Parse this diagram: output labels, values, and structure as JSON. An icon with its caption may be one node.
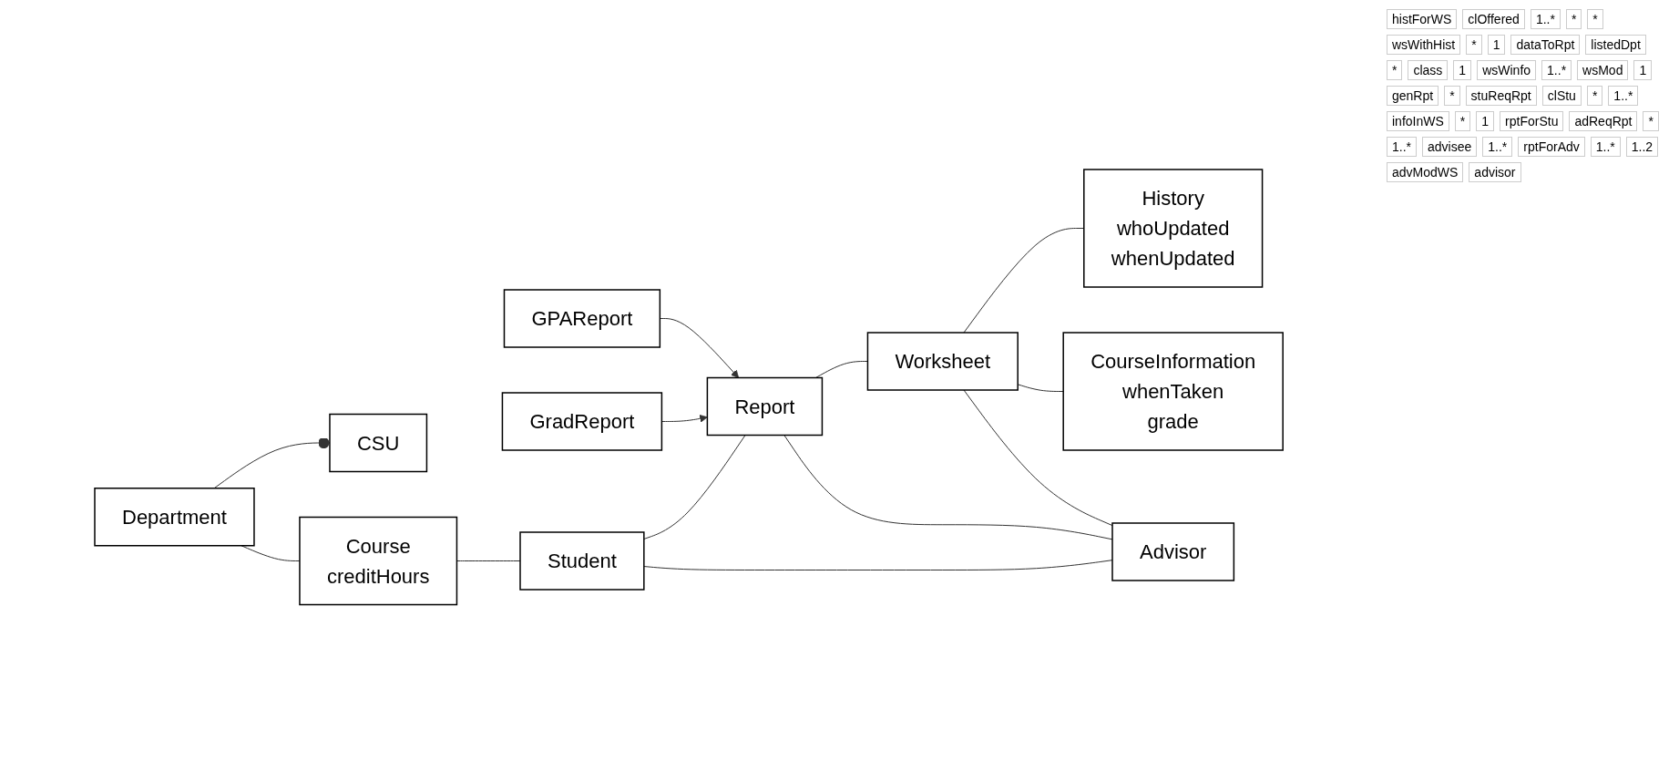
{
  "diagram": {
    "nodes": [
      {
        "text": [
          "CSU"
        ]
      },
      {
        "text": [
          "Department"
        ]
      },
      {
        "text": [
          "Course",
          "creditHours"
        ]
      },
      {
        "text": [
          "History",
          "whoUpdated",
          "whenUpdated"
        ]
      },
      {
        "text": [
          "Worksheet"
        ]
      },
      {
        "text": [
          "Report"
        ]
      },
      {
        "text": [
          "GradReport"
        ]
      },
      {
        "text": [
          "Student"
        ]
      },
      {
        "text": [
          "GPAReport"
        ]
      },
      {
        "text": [
          "CourseInformation",
          "whenTaken",
          "grade"
        ]
      },
      {
        "text": [
          "Advisor"
        ]
      }
    ],
    "edges": [
      {
        "from": 1,
        "to": 0,
        "arrow": "other"
      },
      {
        "from": 1,
        "to": 2,
        "arrow": "none"
      },
      {
        "from": 2,
        "to": 7,
        "arrow": "none"
      },
      {
        "from": 4,
        "to": 3,
        "arrow": "none"
      },
      {
        "from": 5,
        "to": 4,
        "arrow": "none"
      },
      {
        "from": 4,
        "to": 9,
        "arrow": "none"
      },
      {
        "from": 7,
        "to": 5,
        "arrow": "none"
      },
      {
        "from": 6,
        "to": 5,
        "arrow": "to"
      },
      {
        "from": 8,
        "to": 5,
        "arrow": "to"
      },
      {
        "from": 7,
        "to": 10,
        "arrow": "none"
      },
      {
        "from": 5,
        "to": 10,
        "arrow": "none"
      },
      {
        "from": 4,
        "to": 10,
        "arrow": "none"
      }
    ],
    "labels": [
      "histForWS",
      "clOffered",
      "1..*",
      "*",
      "*",
      "wsWithHist",
      "*",
      "1",
      "dataToRpt",
      "listedDpt",
      "*",
      "class",
      "1",
      "wsWinfo",
      "1..*",
      "wsMod",
      "1",
      "genRpt",
      "*",
      "stuReqRpt",
      "clStu",
      "*",
      "1..*",
      "infoInWS",
      "*",
      "1",
      "rptForStu",
      "adReqRpt",
      "*",
      "1..*",
      "advisee",
      "1..*",
      "rptForAdv",
      "1..*",
      "1..2",
      "advModWS",
      "advisor"
    ]
  }
}
